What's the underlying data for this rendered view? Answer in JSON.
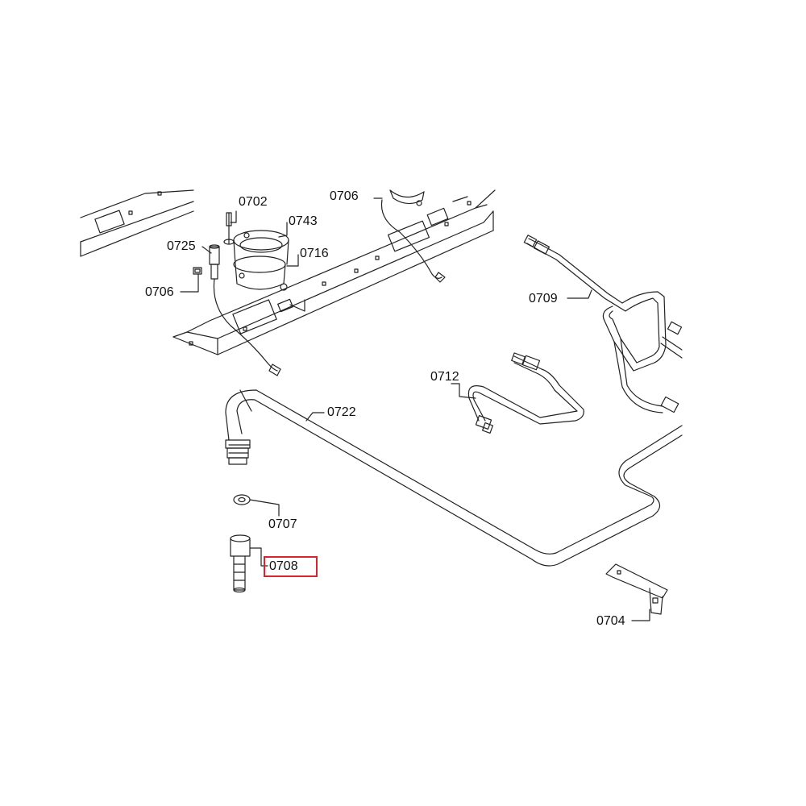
{
  "diagram": {
    "highlight_color": "#d9232e",
    "line_color": "#222222",
    "highlighted_label": "0708",
    "labels": {
      "l0702": "0702",
      "l0743": "0743",
      "l0706_top": "0706",
      "l0725": "0725",
      "l0716": "0716",
      "l0706_left": "0706",
      "l0709": "0709",
      "l0712": "0712",
      "l0722": "0722",
      "l0707": "0707",
      "l0708": "0708",
      "l0704": "0704"
    }
  }
}
